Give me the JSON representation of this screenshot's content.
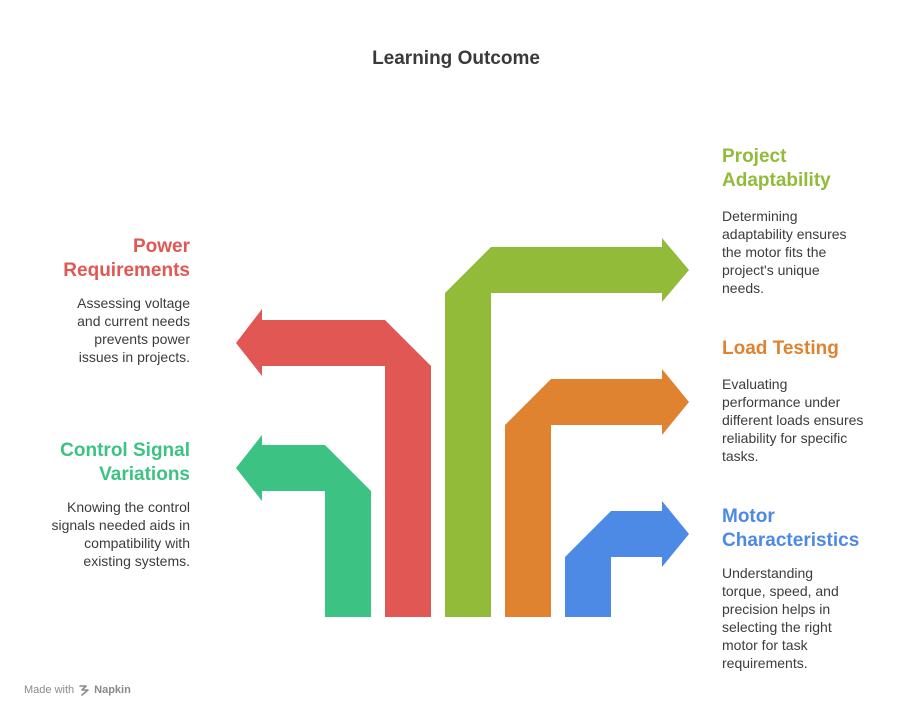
{
  "title": "Learning Outcome",
  "items": {
    "power": {
      "heading": "Power Requirements",
      "description": "Assessing voltage and current needs prevents power issues in projects.",
      "color": "#e05753"
    },
    "control": {
      "heading": "Control Signal Variations",
      "description": "Knowing the control signals needed aids in compatibility with existing systems.",
      "color": "#3cc383"
    },
    "project": {
      "heading": "Project Adaptability",
      "description": "Determining adaptability ensures the motor fits the project's unique needs.",
      "color": "#92bb39"
    },
    "load": {
      "heading": "Load Testing",
      "description": "Evaluating performance under different loads ensures reliability for specific tasks.",
      "color": "#df8330"
    },
    "motor": {
      "heading": "Motor Characteristics",
      "description": "Understanding torque, speed, and precision helps in selecting the right motor for task requirements.",
      "color": "#4d8ae6"
    }
  },
  "footer": {
    "made_with": "Made with",
    "brand": "Napkin",
    "icon": "napkin-logo-icon"
  }
}
